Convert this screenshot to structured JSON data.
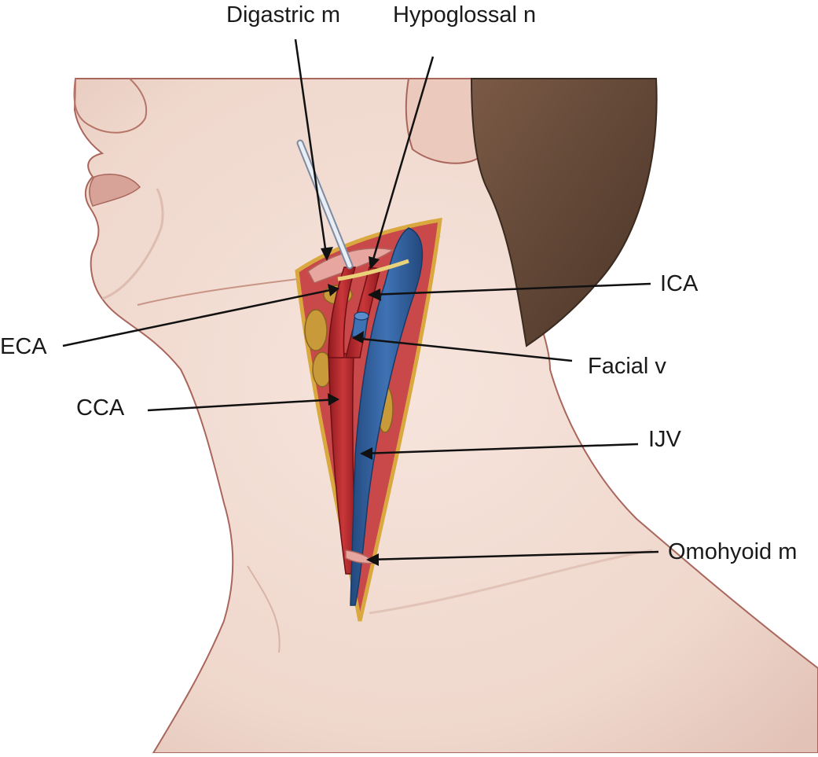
{
  "figure": {
    "labels": {
      "digastric": "Digastric m",
      "hypoglossal": "Hypoglossal n",
      "ica": "ICA",
      "eca": "ECA",
      "facial": "Facial v",
      "cca": "CCA",
      "ijv": "IJV",
      "omohyoid": "Omohyoid m"
    },
    "colors": {
      "skin": "#f0d9cf",
      "skin_shadow": "#dcbcb0",
      "outline": "#9a5a50",
      "hair": "#5e4434",
      "artery": "#b8282c",
      "vein": "#2f5f9e",
      "fat": "#c99a3a",
      "muscle": "#e8a6a0"
    }
  }
}
